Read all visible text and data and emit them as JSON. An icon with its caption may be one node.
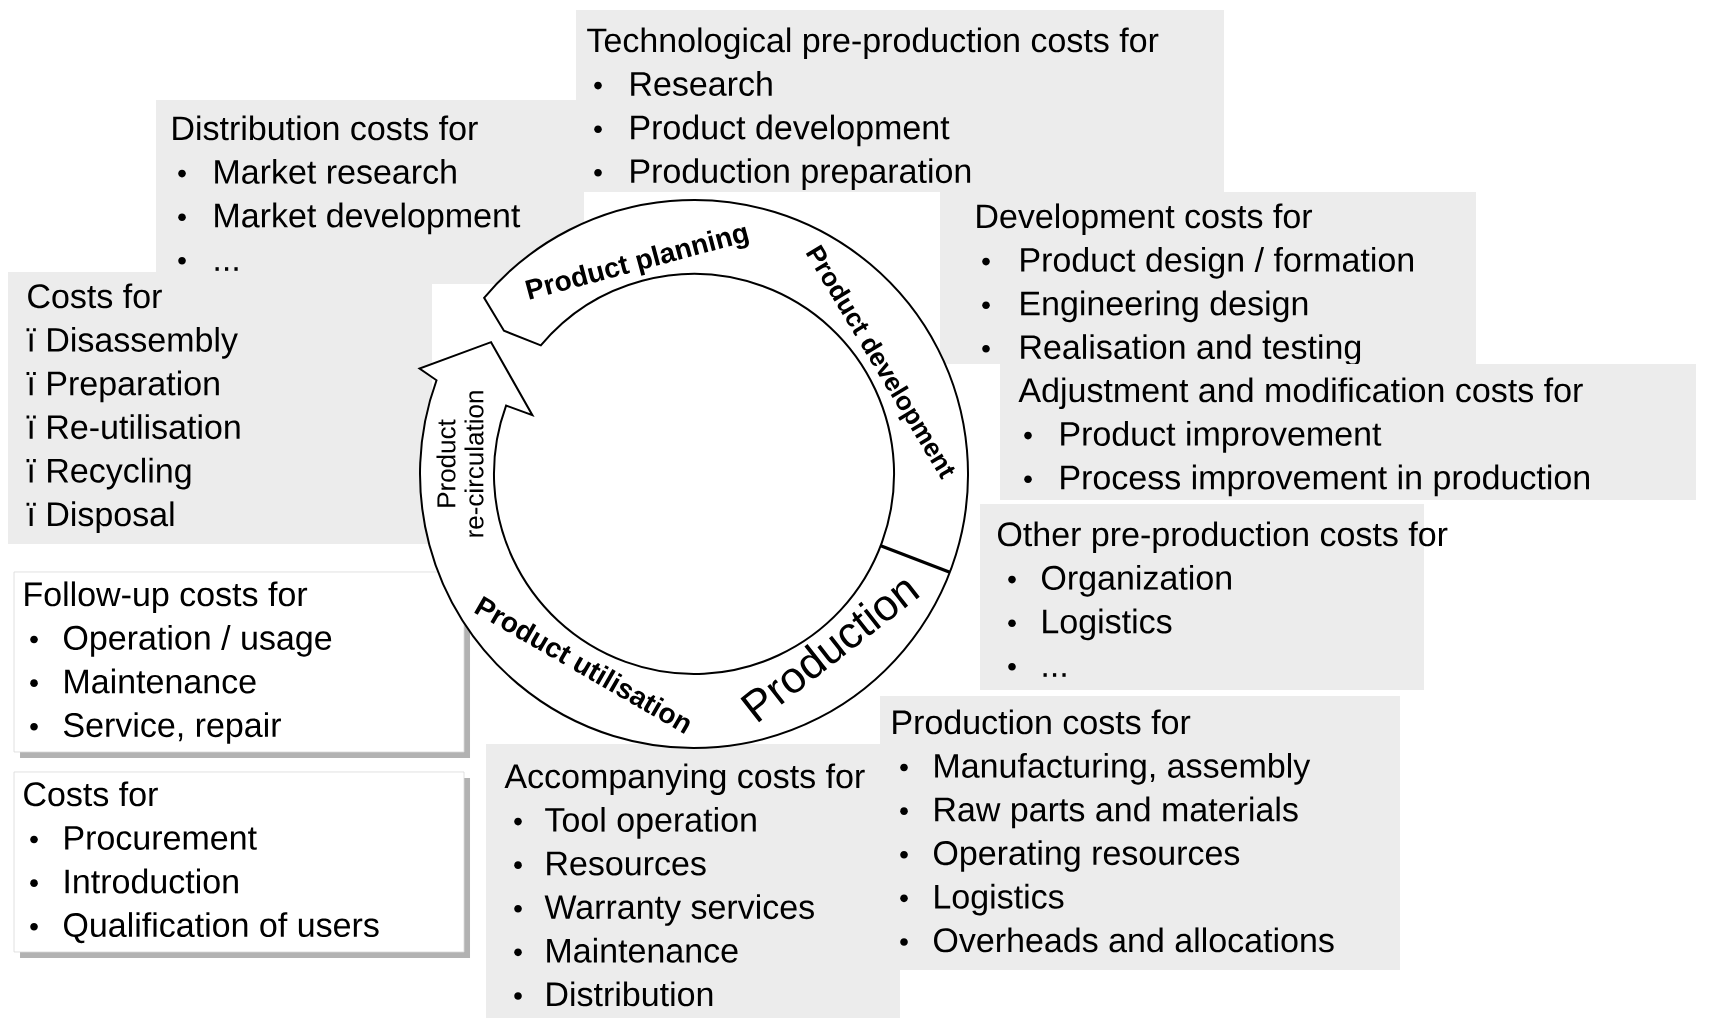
{
  "diagram": {
    "nodes": [
      {
        "text": [
          "Distribution costs for",
          "Market research",
          "Market development",
          "..."
        ]
      },
      {
        "text": [
          "Technological pre-production costs for",
          "Research",
          "Product development",
          "Production preparation"
        ]
      },
      {
        "text": [
          "Development costs for",
          "Product design / formation",
          "Engineering design",
          "Realisation and testing"
        ]
      },
      {
        "text": [
          "Adjustment and modification costs for",
          "Product improvement",
          "Process improvement in production"
        ]
      },
      {
        "text": [
          "Other pre-production costs for",
          "Organization",
          "Logistics",
          "..."
        ]
      },
      {
        "text": [
          "Production costs for",
          "Manufacturing, assembly",
          "Raw parts and materials",
          "Operating resources",
          "Logistics",
          "Overheads and allocations"
        ]
      },
      {
        "text": [
          "Accompanying costs for",
          "Tool operation",
          "Resources",
          "Warranty services",
          "Maintenance",
          "Distribution"
        ]
      },
      {
        "text": [
          "Costs for",
          "ï Disassembly",
          "ï Preparation",
          "ï Re-utilisation",
          "ï Recycling",
          "ï Disposal"
        ]
      },
      {
        "text": [
          "Follow-up costs for",
          "Operation / usage",
          "Maintenance",
          "Service, repair"
        ]
      },
      {
        "text": [
          "Costs for",
          "Procurement",
          "Introduction",
          "Qualification of users"
        ]
      }
    ],
    "labels": [
      "Product planning",
      "Product development",
      "Product re-circulation",
      "Product utilisation",
      "Production"
    ]
  }
}
